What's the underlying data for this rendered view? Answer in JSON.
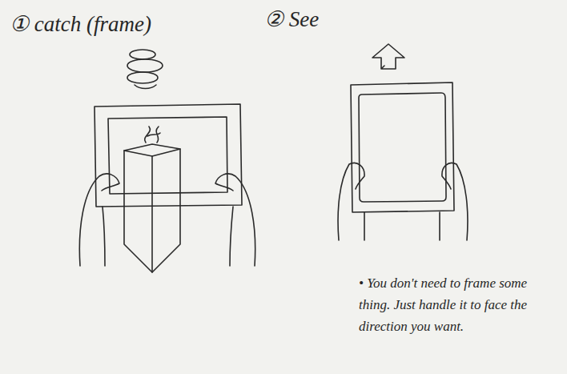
{
  "diagram": {
    "labels": [
      "① catch (frame)",
      "② See",
      "• You don't need to frame some thing. Just handle it to face the direction you want."
    ]
  }
}
